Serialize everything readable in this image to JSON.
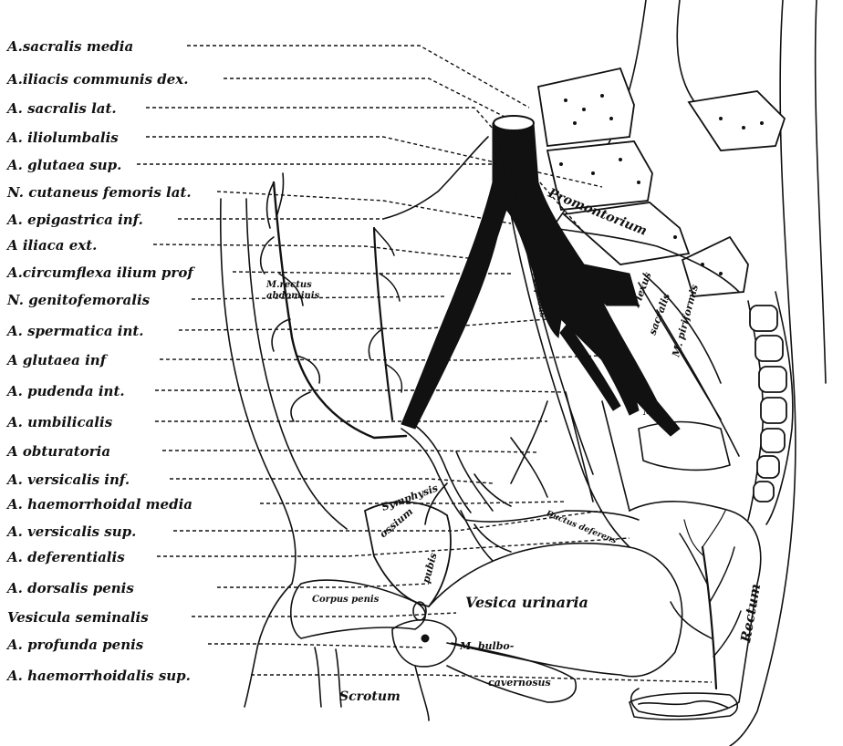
{
  "labels": [
    "A.sacralis media",
    "A.iliacis communis dex.",
    "A. sacralis lat.",
    "A. iliolumbalis",
    "A. glutaea sup.",
    "N. cutaneus femoris lat.",
    "A. epigastrica inf.",
    "A iliaca ext.",
    "A.circumflexa ilium prof",
    "N. genitofemoralis",
    "A. spermatica int.",
    "A glutaea inf",
    "A. pudenda int.",
    "A. umbilicalis",
    "A obturatoria",
    "A. versicalis inf.",
    "A. haemorrhoidal media",
    "A. versicalis sup.",
    "A. deferentialis",
    "A. dorsalis penis",
    "Vesicula seminalis",
    "A. profunda penis",
    "A. haemorrhoidalis sup."
  ],
  "inline_labels": {
    "m_rectus_1": "M.rectus",
    "m_rectus_2": "abdominis",
    "promontorium": "Promontorium",
    "m_psoas": "M. psoas",
    "plexus": "Plexus",
    "sacralis": "sacralis",
    "m_piriformis": "M. piriformis",
    "m_short": "M.",
    "symphysis": "Symphysis",
    "ossium_pubis_1": "ossium",
    "ossium_pubis_2": "pubis",
    "ductus_deferens": "Ductus deferens",
    "corpus_penis": "Corpus penis",
    "vesica_urinaria": "Vesica urinaria",
    "m_bulbo": "M. bulbo-",
    "cavernosus": "cavernosus",
    "rectum": "Rectum",
    "scrotum": "Scrotum"
  },
  "colors": {
    "ink": "#111111",
    "paper": "#ffffff"
  }
}
